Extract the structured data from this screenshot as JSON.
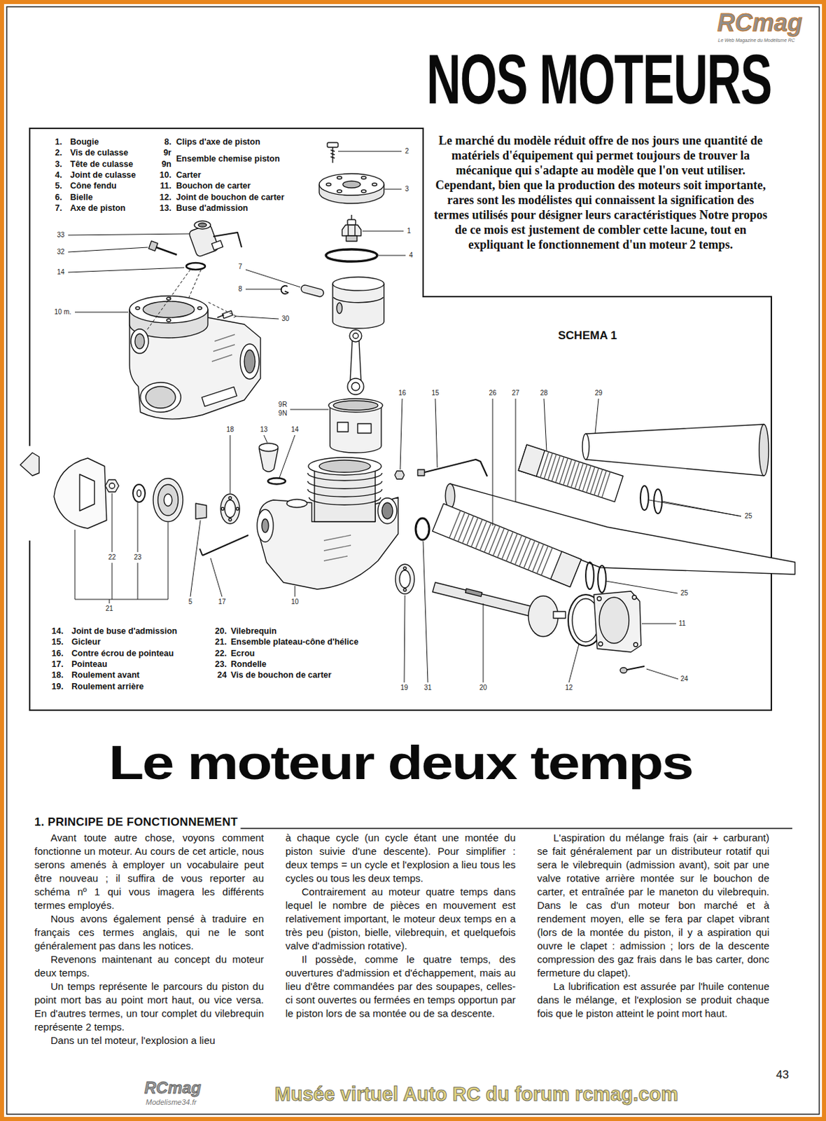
{
  "diagram": {
    "title": "NOS MOTEURS",
    "nodes": [
      {
        "text": [
          "Le marché du modèle réduit offre de nos jours une quantité de matériels d'équipement qui permet toujours de trouver la mécanique qui s'adapte au modèle que l'on veut utiliser. Cependant, bien que la production des moteurs soit importante, rares sont les modélistes qui connaissent la signification des termes utilisés pour désigner leurs caractéristiques Notre propos de ce mois est justement de combler cette lacune, tout en expliquant le fonctionnement d'un moteur 2 temps."
        ]
      }
    ],
    "labels": [
      "Le moteur deux temps",
      "1. PRINCIPE DE FONCTIONNEMENT",
      "SCHEMA 1",
      "1.",
      "Bougie",
      "2.",
      "Vis de culasse",
      "3.",
      "Tête de culasse",
      "4.",
      "Joint de culasse",
      "5.",
      "Cône fendu",
      "6.",
      "Bielle",
      "7.",
      "Axe de piston",
      "8.",
      "Clips d'axe de piston",
      "9r",
      "9n",
      "Ensemble chemise piston",
      "10.",
      "Carter",
      "11.",
      "Bouchon de carter",
      "12.",
      "Joint de bouchon de carter",
      "13.",
      "Buse d'admission",
      "14.",
      "Joint de buse d'admission",
      "15.",
      "Gicleur",
      "16.",
      "Contre écrou de pointeau",
      "17.",
      "Pointeau",
      "18.",
      "Roulement avant",
      "19.",
      "Roulement arrière",
      "20.",
      "Vilebrequin",
      "21.",
      "Ensemble plateau-cône d'hélice",
      "22.",
      "Ecrou",
      "23.",
      "Rondelle",
      "24",
      "Vis de bouchon de carter",
      "2",
      "3",
      "1",
      "4",
      "33",
      "32",
      "14",
      "7",
      "8",
      "10 m.",
      "30",
      "9R",
      "9N",
      "16",
      "15",
      "26",
      "27",
      "28",
      "29",
      "18",
      "13",
      "14",
      "25",
      "25",
      "11",
      "22",
      "23",
      "5",
      "17",
      "10",
      "21",
      "24",
      "19",
      "31",
      "20",
      "12",
      "Avant toute autre chose, voyons comment fonctionne un moteur. Au cours de cet article, nous serons amenés à employer un vocabulaire peut être nouveau ; il suffira de vous reporter au schéma nº 1 qui vous imagera les différents termes employés.",
      "Nous avons également pensé à traduire en français ces termes anglais, qui ne le sont généralement pas dans les notices.",
      "Revenons maintenant au concept du moteur deux temps.",
      "Un temps représente le parcours du piston du point mort bas au point mort haut, ou vice versa. En d'autres termes, un tour complet du vilebrequin représente 2 temps.",
      "Dans un tel moteur, l'explosion a lieu",
      "à chaque cycle (un cycle étant une montée du piston suivie d'une descente). Pour simplifier : deux temps = un cycle et l'explosion a lieu tous les cycles ou tous les deux temps.",
      "Contrairement au moteur quatre temps dans lequel le nombre de pièces en mouvement est relativement important, le moteur deux temps en a très peu (piston, bielle, vilebrequin, et quelquefois valve d'admission rotative).",
      "Il possède, comme le quatre temps, des ouvertures d'admission et d'échappement, mais au lieu d'être commandées par des soupapes, celles-ci sont ouvertes ou fermées en temps opportun par le piston lors de sa montée ou de sa descente.",
      "L'aspiration du mélange frais (air + carburant) se fait généralement par un distributeur rotatif qui sera le vilebrequin (admission avant), soit par une valve rotative arrière montée sur le bouchon de carter, et entraînée par le maneton du vilebrequin. Dans le cas d'un moteur bon marché et à rendement moyen, elle se fera par clapet vibrant (lors de la montée du piston, il y a aspiration qui ouvre le clapet : admission ; lors de la descente compression des gaz frais dans le bas carter, donc fermeture du clapet).",
      "La lubrification est assurée par l'huile contenue dans le mélange, et l'explosion se produit chaque fois que le piston atteint le point mort haut.",
      "43",
      "RCmag",
      "Le Web Magazine du Modélisme RC",
      "RCmag",
      "Modelisme34.fr",
      "Musée virtuel Auto RC du forum rcmag.com"
    ]
  }
}
